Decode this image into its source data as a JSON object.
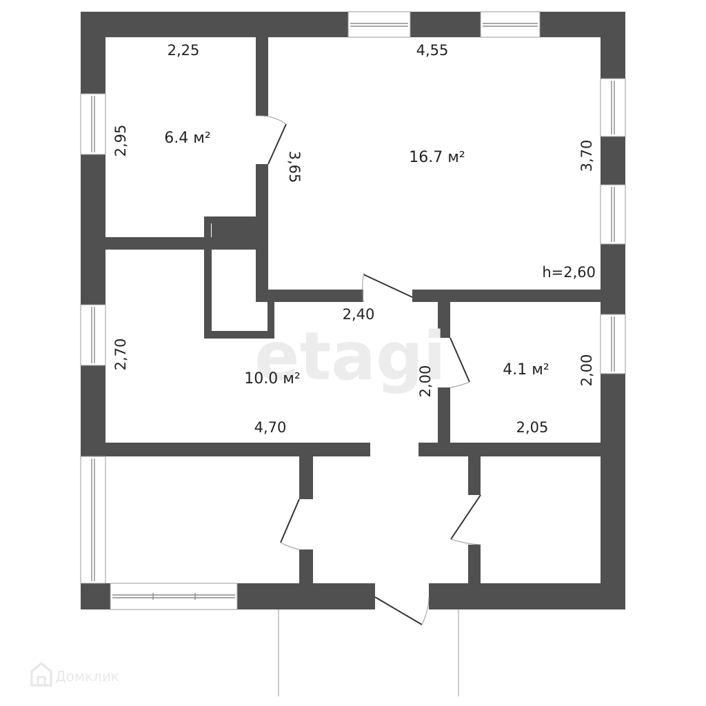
{
  "rooms": [
    {
      "id": "bedroom-small",
      "area": "6.4 м²",
      "width": "2,25",
      "depth": "2,95"
    },
    {
      "id": "living-room",
      "area": "16.7 м²",
      "width": "4,55",
      "depth": "3,70",
      "side_length": "3,65"
    },
    {
      "id": "kitchen",
      "area": "10.0 м²",
      "width": "4,70",
      "depth": "2,70",
      "opening_width": "2,40"
    },
    {
      "id": "small-room",
      "area": "4.1 м²",
      "width": "2,05",
      "depth": "2,00",
      "door_side": "2,00"
    }
  ],
  "ceiling_height": "h=2,60",
  "watermark": "etagi",
  "brand": {
    "name": "Домклик",
    "icon": "house-outline-icon"
  },
  "colors": {
    "wall": "#505050",
    "background": "#ffffff",
    "watermark": "#ececec"
  }
}
